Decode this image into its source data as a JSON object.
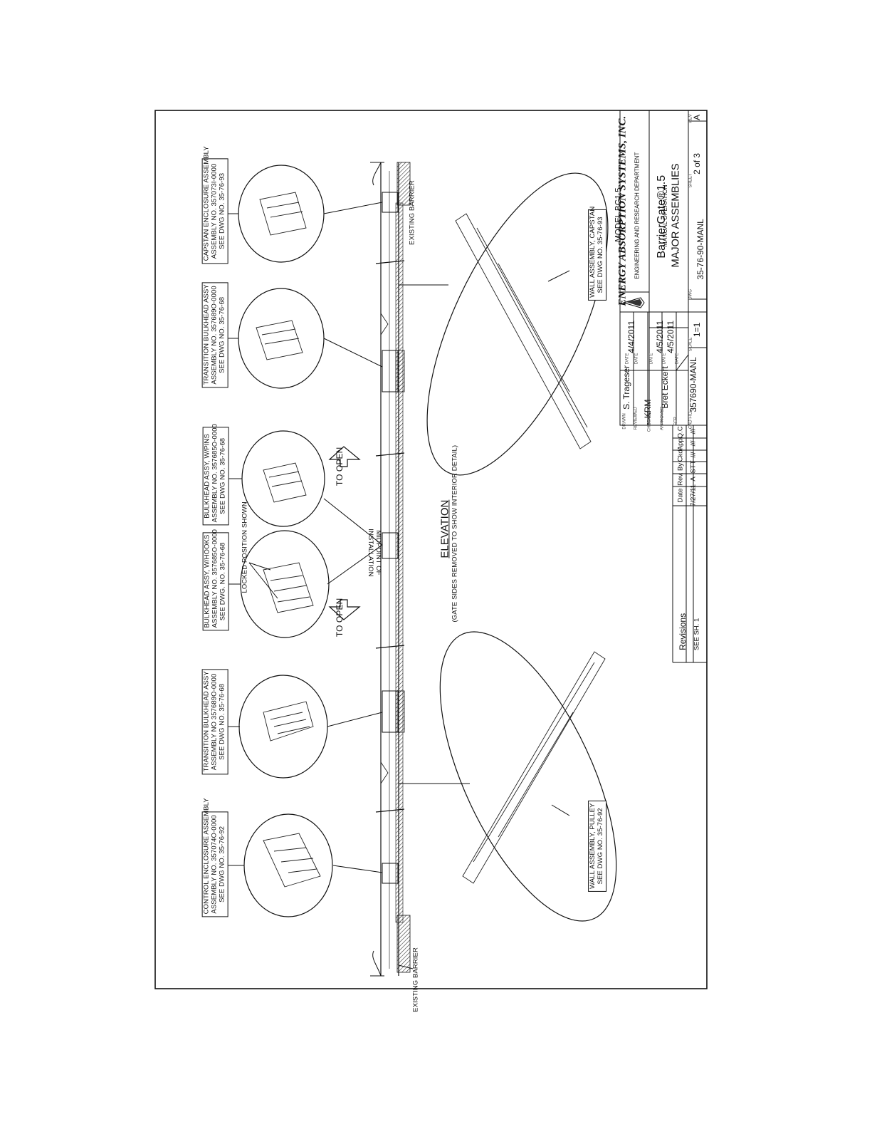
{
  "callouts": {
    "control_enclosure": [
      "CONTROL ENCLOSURE ASSEMBLY",
      "ASSEMBLY NO. 357074O-0000",
      "SEE DWG NO. 35-76-92"
    ],
    "transition_bulkhead_left": [
      "TRANSITION BULKHEAD ASSY",
      "ASSEMBLY NO 357689O-0000",
      "SEE DWG NO. 35-76-68"
    ],
    "bulkhead_hooks": [
      "BULKHEAD ASSY, W/HOOKS",
      "ASSEMBLY NO. 357685O-0000",
      "SEE DWG. NO. 35-76-68"
    ],
    "bulkhead_pins": [
      "BULKHEAD ASSY, W/PINS",
      "ASSEMBLY NO. 357685O-0000",
      "SEE DWG NO. 35-76-68"
    ],
    "transition_bulkhead_right": [
      "TRANSITION BULKHEAD ASSY",
      "ASSEMBLY NO. 357689O-0000",
      "SEE DWG NO. 35-76-68"
    ],
    "capstan_enclosure": [
      "CAPSTAN ENCLOSURE ASSEMBLY",
      "ASSEMBLY NO. 357073I-0000",
      "SEE DWG NO. 35-76-93"
    ],
    "wall_pulley": [
      "WALL ASSEMBLY, PULLEY",
      "SEE DWG NO. 35-76-92"
    ],
    "wall_capstan": [
      "WALL ASSEMBLY, CAPSTAN",
      "SEE DWG NO. 35-76-93"
    ]
  },
  "labels": {
    "existing_barrier_left": "EXISTING BARRIER",
    "existing_barrier_right": "EXISTING BARRIER",
    "locked_position": "LOCKED POSITION SHOWN",
    "midpoint": [
      "MIDPOINT OF",
      "INSTALLATION"
    ],
    "to_open": "TO OPEN",
    "elevation": "ELEVATION",
    "elevation_note": "(GATE SIDES REMOVED TO SHOW INTERIOR DETAIL)"
  },
  "title_block": {
    "model": "MODEL BG1.5",
    "company": "ENERGY ABSORPTION SYSTEMS, INC.",
    "department": "ENGINEERING AND RESEARCH DEPARTMENT",
    "product": "BarrierGate®1.5",
    "subtitle": "MANUAL OPERATION",
    "sheet_title": "MAJOR ASSEMBLIES",
    "drawn_by_label": "DRAWN",
    "drawn_by": "S. Trageser",
    "drawn_date_label": "DATE",
    "drawn_date": "4/4/2011",
    "reviewed_label": "REVIEWED",
    "reviewed_date_label": "DATE",
    "checked_label": "CHECKED",
    "checked_by": "KRM",
    "checked_date_label": "DATE",
    "checked_date": "4/5/2011",
    "approved_label": "APPROVED",
    "approved_by": "Bret Eckert",
    "approved_date_label": "DATE",
    "approved_date": "4/5/2011",
    "ecr_label": "ECR",
    "ecr_date_label": "DATE",
    "cad_file_label": "CAD FILE",
    "cad_file": "357690-MANL",
    "scale_label": "SCALE",
    "scale": "1=1",
    "dwg_label": "DWG",
    "dwg_no": "35-76-90-MANL",
    "sheet_label": "SHEET",
    "sheet": "2 of 3",
    "rev_label": "REV",
    "rev": "A"
  },
  "revisions": {
    "title": "Revisions",
    "note": "SEE SH. 1",
    "headers": [
      "Date",
      "Rev.",
      "By",
      "Ckd.",
      "App.",
      "Q.C."
    ],
    "row": [
      "7/27/11",
      "A",
      "STT",
      "///",
      "///",
      "///"
    ]
  }
}
